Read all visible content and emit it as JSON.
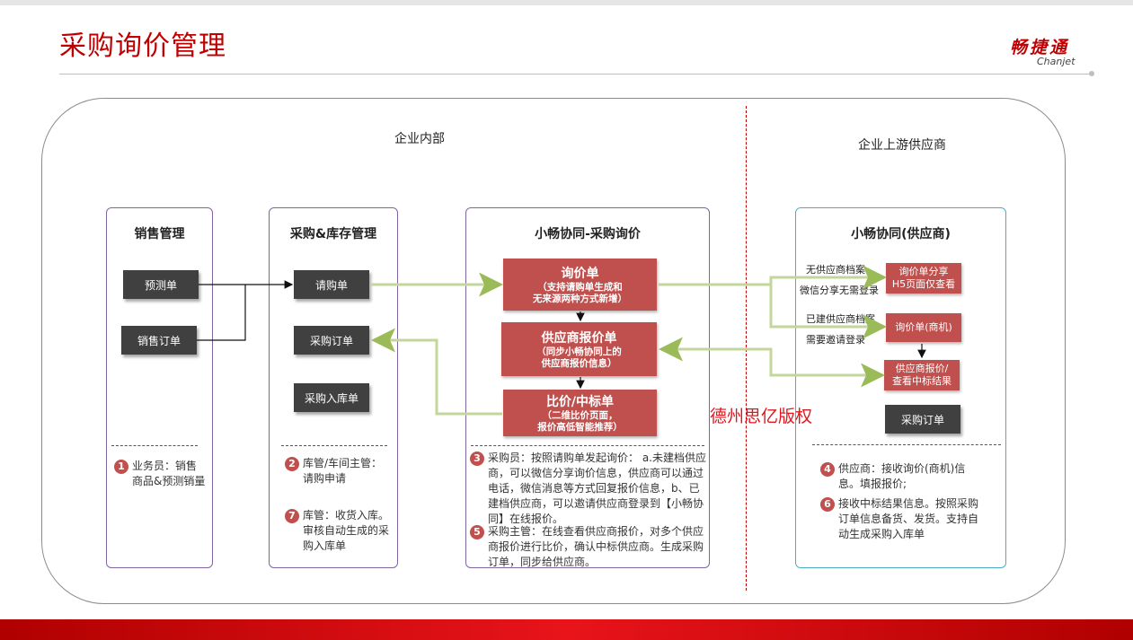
{
  "page": {
    "title": "采购询价管理"
  },
  "logo": {
    "cn": "畅捷通",
    "en": "Chanjet"
  },
  "sections": {
    "internal": "企业内部",
    "external": "企业上游供应商"
  },
  "columns": {
    "sales": {
      "title": "销售管理",
      "boxes": [
        "预测单",
        "销售订单"
      ],
      "notes": [
        {
          "num": "1",
          "text": "业务员：销售商品&预测销量"
        }
      ]
    },
    "purchase": {
      "title": "采购&库存管理",
      "boxes": [
        "请购单",
        "采购订单",
        "采购入库单"
      ],
      "notes": [
        {
          "num": "2",
          "text": "库管/车间主管：请购申请"
        },
        {
          "num": "7",
          "text": "库管：收货入库。审核自动生成的采购入库单"
        }
      ]
    },
    "inquiry": {
      "title": "小畅协同-采购询价",
      "boxes": [
        {
          "head": "询价单",
          "sub1": "（支持请购单生成和",
          "sub2": "无来源两种方式新增）"
        },
        {
          "head": "供应商报价单",
          "sub1": "（同步小畅协同上的",
          "sub2": "供应商报价信息）"
        },
        {
          "head": "比价/中标单",
          "sub1": "（二维比价页面，",
          "sub2": "报价高低智能推荐）"
        }
      ],
      "notes": [
        {
          "num": "3",
          "text": "采购员：按照请购单发起询价： a.未建档供应商，可以微信分享询价信息，供应商可以通过电话，微信消息等方式回复报价信息，b、已建档供应商，可以邀请供应商登录到【小畅协同】在线报价。"
        },
        {
          "num": "5",
          "text": "采购主管：在线查看供应商报价，对多个供应商报价进行比价，确认中标供应商。生成采购订单，同步给供应商。"
        }
      ]
    },
    "supplier": {
      "title": "小畅协同(供应商)",
      "boxes": [
        {
          "l1": "询价单分享",
          "l2": "H5页面仅查看"
        },
        {
          "l1": "询价单(商机)",
          "l2": ""
        },
        {
          "l1": "供应商报价/",
          "l2": "查看中标结果"
        }
      ],
      "dark_box": "采购订单",
      "labels": [
        "无供应商档案",
        "微信分享无需登录",
        "已建供应商档案",
        "需要邀请登录"
      ],
      "notes": [
        {
          "num": "4",
          "text": "供应商：接收询价(商机)信息。填报报价;"
        },
        {
          "num": "6",
          "text": "接收中标结果信息。按照采购订单信息备货、发货。支持自动生成采购入库单"
        }
      ]
    }
  },
  "watermark": "德州思亿版权",
  "colors": {
    "accent": "#c00000",
    "box_red": "#c0504d",
    "box_dark": "#404040",
    "flow_line": "#c3d69b",
    "col_purple": "#8064a2",
    "col_blue": "#4bacc6"
  }
}
